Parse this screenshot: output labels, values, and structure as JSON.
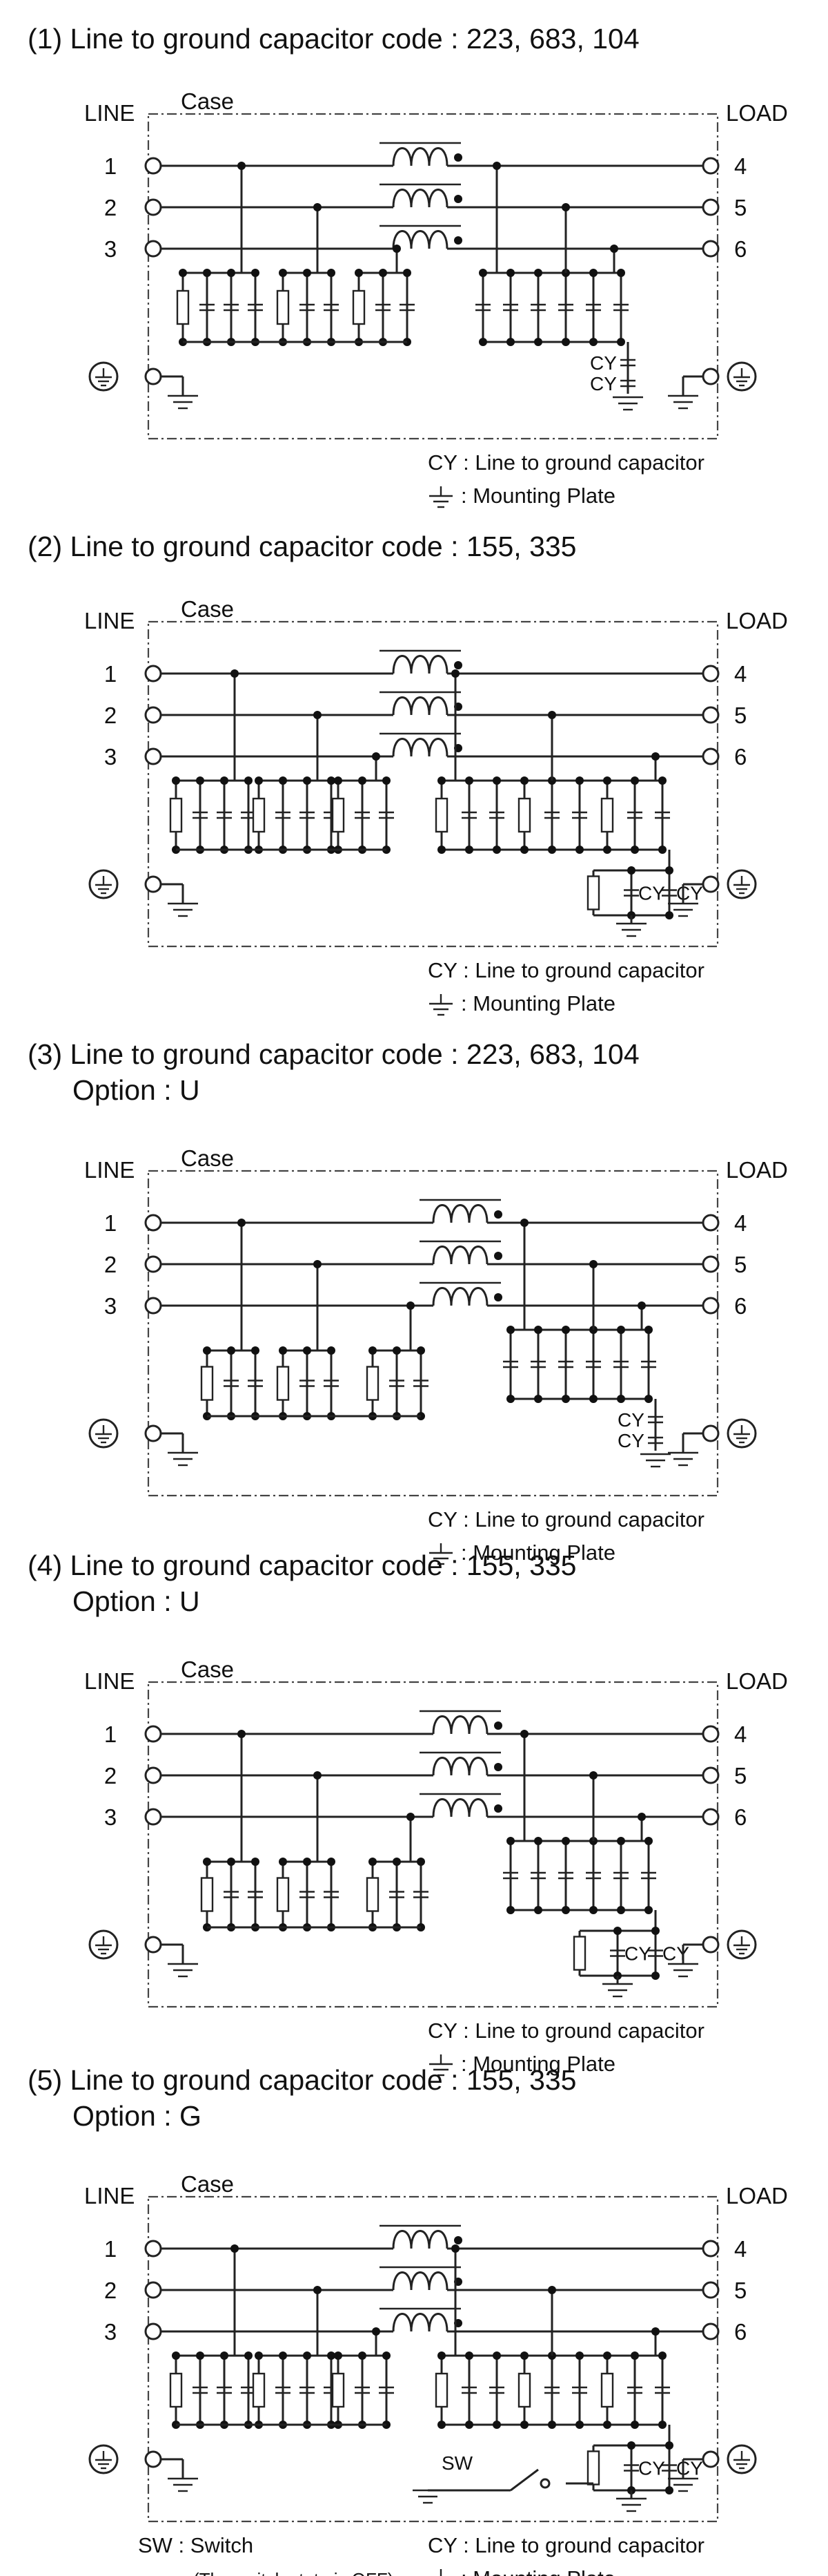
{
  "sections": [
    {
      "title": "(1) Line to ground capacitor code : 223, 683, 104",
      "option": "",
      "ground_cy": [
        "CY",
        "CY"
      ],
      "legend": [
        "CY : Line to ground capacitor",
        ": Mounting Plate"
      ],
      "sw_legend": []
    },
    {
      "title": "(2) Line to ground capacitor code : 155, 335",
      "option": "",
      "ground_cy": [
        "CY",
        "CY"
      ],
      "legend": [
        "CY : Line to ground capacitor",
        ": Mounting Plate"
      ],
      "sw_legend": []
    },
    {
      "title": "(3) Line to ground capacitor code : 223, 683, 104",
      "option": "Option : U",
      "ground_cy": [
        "CY",
        "CY"
      ],
      "legend": [
        "CY : Line to ground capacitor",
        ": Mounting Plate"
      ],
      "sw_legend": []
    },
    {
      "title": "(4) Line to ground capacitor code : 155, 335",
      "option": "Option : U",
      "ground_cy": [
        "CY",
        "CY"
      ],
      "legend": [
        "CY : Line to ground capacitor",
        ": Mounting Plate"
      ],
      "sw_legend": []
    },
    {
      "title": "(5) Line to ground capacitor code : 155, 335",
      "option": "Option : G",
      "ground_cy": [
        "CY",
        "CY"
      ],
      "switch_label": "SW",
      "legend": [
        "CY : Line to ground capacitor",
        ": Mounting Plate"
      ],
      "sw_legend": [
        "SW : Switch",
        "(The switch state is OFF)"
      ]
    }
  ],
  "labels": {
    "line": "LINE",
    "load": "LOAD",
    "case": "Case",
    "line_terminals": [
      "1",
      "2",
      "3"
    ],
    "load_terminals": [
      "4",
      "5",
      "6"
    ]
  },
  "icons": [
    "ground-terminal-icon",
    "chassis-ground-icon",
    "mounting-plate-icon",
    "choke-coil-icon",
    "capacitor-icon",
    "resistor-icon",
    "switch-icon"
  ]
}
